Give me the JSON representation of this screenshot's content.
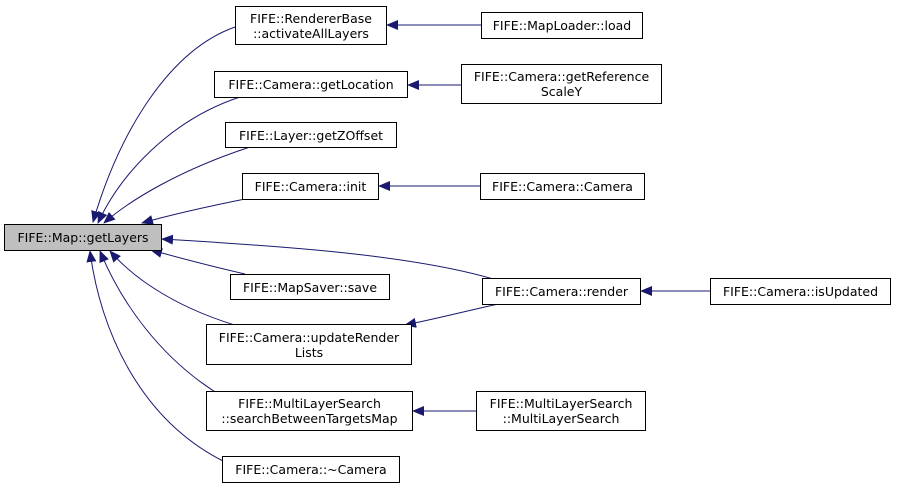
{
  "colors": {
    "edge": "#191970",
    "focus_fill": "#bfbfbf",
    "border": "#000000"
  },
  "nodes": {
    "focus": {
      "label": "FIFE::Map::getLayers"
    },
    "renderer_base": {
      "line1": "FIFE::RendererBase",
      "line2": "::activateAllLayers"
    },
    "map_loader_load": {
      "label": "FIFE::MapLoader::load"
    },
    "camera_get_location": {
      "label": "FIFE::Camera::getLocation"
    },
    "camera_get_reference_scale_y": {
      "line1": "FIFE::Camera::getReference",
      "line2": "ScaleY"
    },
    "layer_get_z_offset": {
      "label": "FIFE::Layer::getZOffset"
    },
    "camera_init": {
      "label": "FIFE::Camera::init"
    },
    "camera_camera": {
      "label": "FIFE::Camera::Camera"
    },
    "map_saver_save": {
      "label": "FIFE::MapSaver::save"
    },
    "camera_render": {
      "label": "FIFE::Camera::render"
    },
    "camera_is_updated": {
      "label": "FIFE::Camera::isUpdated"
    },
    "camera_update_render_lists": {
      "line1": "FIFE::Camera::updateRender",
      "line2": "Lists"
    },
    "multi_layer_search_between": {
      "line1": "FIFE::MultiLayerSearch",
      "line2": "::searchBetweenTargetsMap"
    },
    "multi_layer_search_ctor": {
      "line1": "FIFE::MultiLayerSearch",
      "line2": "::MultiLayerSearch"
    },
    "camera_destructor": {
      "label": "FIFE::Camera::~Camera"
    }
  }
}
